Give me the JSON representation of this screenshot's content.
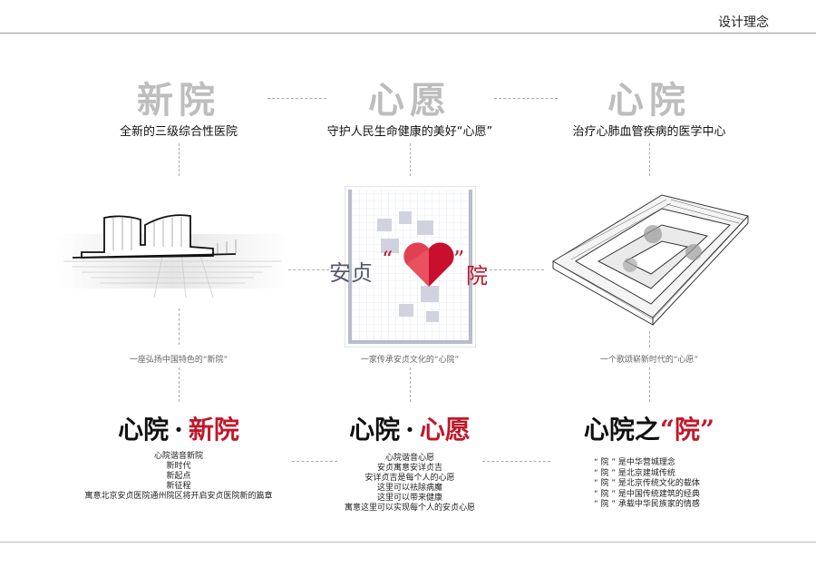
{
  "header": {
    "title": "设计理念"
  },
  "columns": [
    {
      "title": "新院",
      "subtitle": "全新的三级综合性医院",
      "caption": "一座弘扬中国特色的“新院”"
    },
    {
      "title": "心愿",
      "subtitle": "守护人民生命健康的美好“心愿”",
      "caption": "一家传承安贞文化的“心院”"
    },
    {
      "title": "心院",
      "subtitle": "治疗心肺血管疾病的医学中心",
      "caption": "一个歌颂崭新时代的“心愿”"
    }
  ],
  "logo": {
    "left": "安贞",
    "open_quote": "“",
    "close_quote": "”",
    "right": "院"
  },
  "mottos": [
    {
      "a": "心院",
      "dot": "·",
      "b": "新院"
    },
    {
      "a": "心院",
      "dot": "·",
      "b": "心愿"
    },
    {
      "a": "心院之",
      "b": "“院”"
    }
  ],
  "texts": {
    "left": [
      "心院谐音新院",
      "新时代",
      "新起点",
      "新征程",
      "寓意北京安贞医院通州院区将开启安贞医院新的篇章"
    ],
    "middle": [
      "心院谐音心愿",
      "安贞寓意安详贞吉",
      "安详贞吉是每个人的心愿",
      "这里可以祛除病魔",
      "这里可以带来健康",
      "寓意这里可以实现每个人的安贞心愿"
    ],
    "right": [
      "“ 院 ” 是中华营城理念",
      "“ 院 ” 是北京建城传统",
      "“ 院 ” 是北京传统文化的载体",
      "“ 院 ” 是中国传统建筑的经典",
      "“ 院 ” 承载中华民族家的情感"
    ]
  },
  "colors": {
    "accent": "#c0182a",
    "heart_left": "#e0404f",
    "heart_right": "#c8102e"
  }
}
